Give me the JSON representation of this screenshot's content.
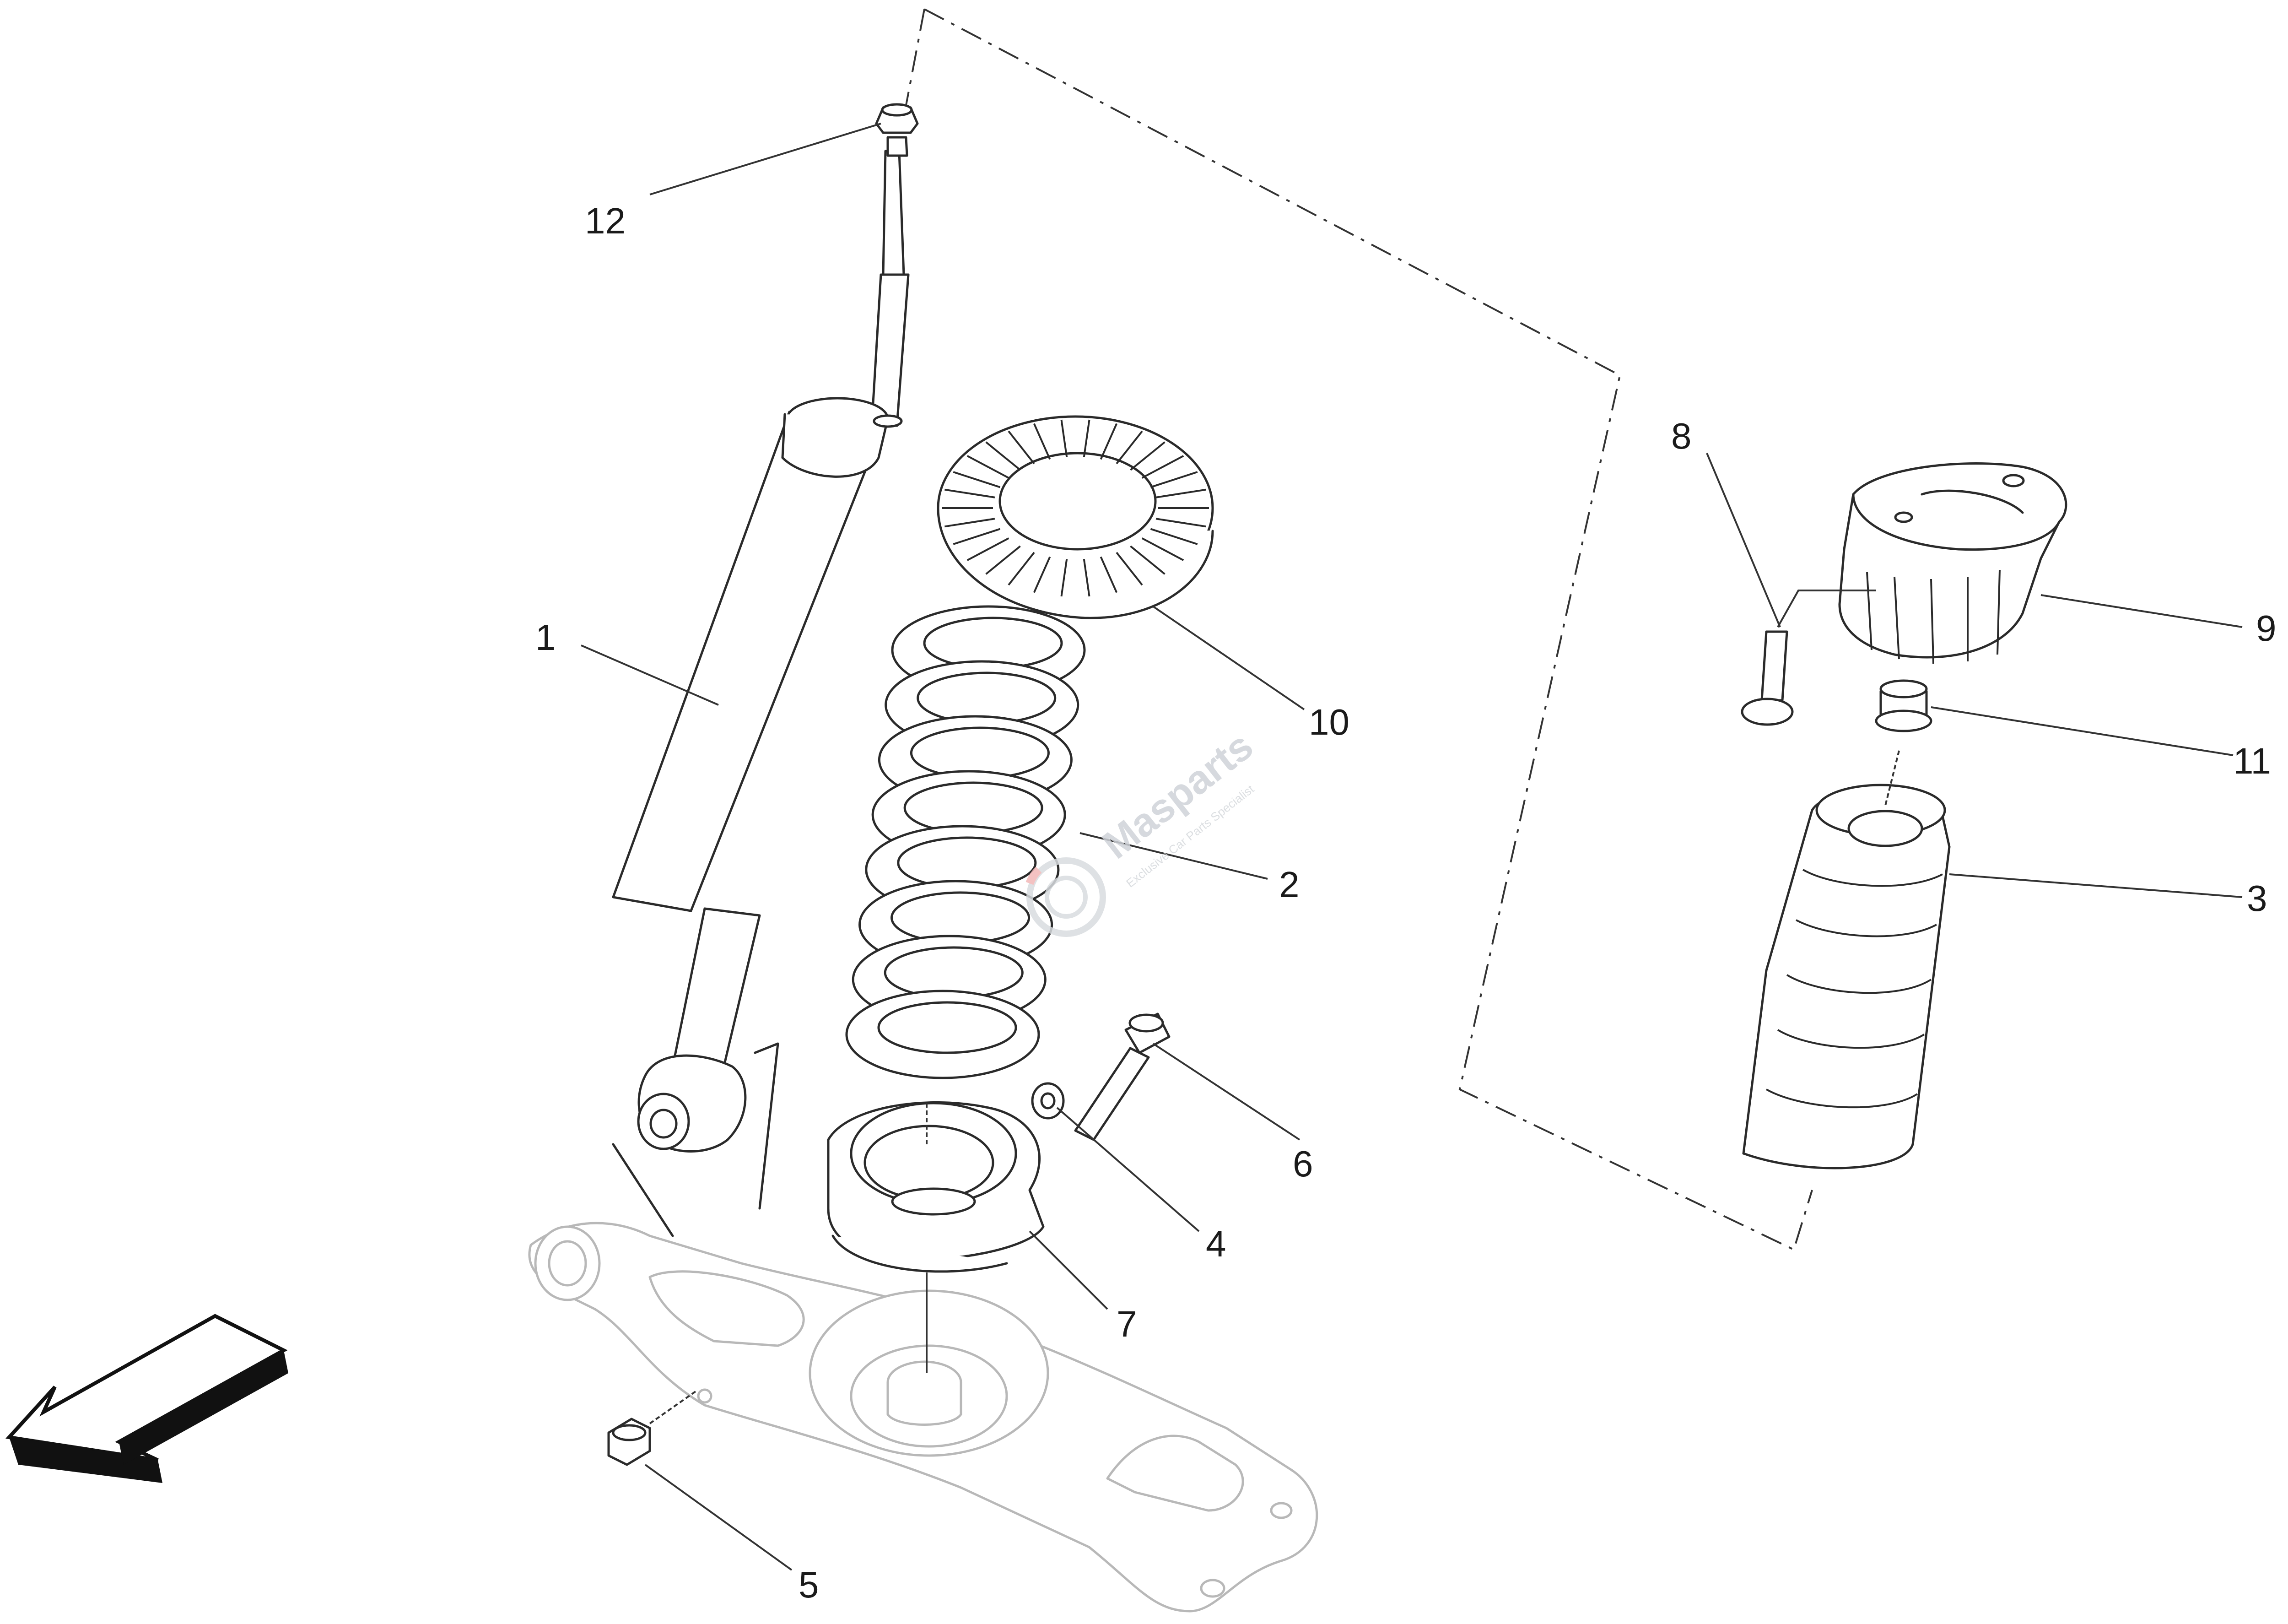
{
  "diagram": {
    "callouts": [
      {
        "id": "1",
        "part": "shock-absorber"
      },
      {
        "id": "2",
        "part": "coil-spring"
      },
      {
        "id": "3",
        "part": "bump-stop-boot"
      },
      {
        "id": "4",
        "part": "washer"
      },
      {
        "id": "5",
        "part": "nut"
      },
      {
        "id": "6",
        "part": "bolt"
      },
      {
        "id": "7",
        "part": "lower-spring-seat"
      },
      {
        "id": "8",
        "part": "stud-bolt"
      },
      {
        "id": "9",
        "part": "upper-mount"
      },
      {
        "id": "10",
        "part": "upper-spring-pad"
      },
      {
        "id": "11",
        "part": "flange-nut"
      },
      {
        "id": "12",
        "part": "top-nut"
      }
    ],
    "direction_arrow": "front-direction-arrow",
    "watermark": {
      "brand": "Masparts",
      "tagline": "Exclusive Car Parts Specialist"
    }
  }
}
